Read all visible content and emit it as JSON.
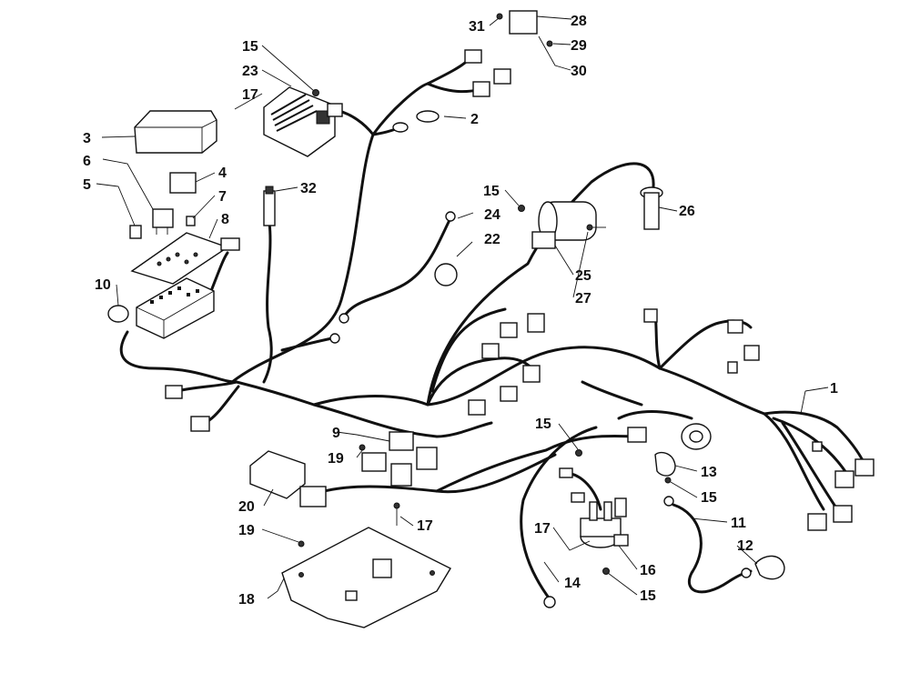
{
  "callouts": [
    {
      "id": "c1",
      "label": "1"
    },
    {
      "id": "c2",
      "label": "2"
    },
    {
      "id": "c3",
      "label": "3"
    },
    {
      "id": "c4",
      "label": "4"
    },
    {
      "id": "c5",
      "label": "5"
    },
    {
      "id": "c6",
      "label": "6"
    },
    {
      "id": "c7",
      "label": "7"
    },
    {
      "id": "c8",
      "label": "8"
    },
    {
      "id": "c9",
      "label": "9"
    },
    {
      "id": "c10",
      "label": "10"
    },
    {
      "id": "c11",
      "label": "11"
    },
    {
      "id": "c12",
      "label": "12"
    },
    {
      "id": "c13",
      "label": "13"
    },
    {
      "id": "c14",
      "label": "14"
    },
    {
      "id": "c15a",
      "label": "15"
    },
    {
      "id": "c15b",
      "label": "15"
    },
    {
      "id": "c15c",
      "label": "15"
    },
    {
      "id": "c15d",
      "label": "15"
    },
    {
      "id": "c15e",
      "label": "15"
    },
    {
      "id": "c16",
      "label": "16"
    },
    {
      "id": "c17a",
      "label": "17"
    },
    {
      "id": "c17b",
      "label": "17"
    },
    {
      "id": "c17c",
      "label": "17"
    },
    {
      "id": "c18",
      "label": "18"
    },
    {
      "id": "c19a",
      "label": "19"
    },
    {
      "id": "c19b",
      "label": "19"
    },
    {
      "id": "c20",
      "label": "20"
    },
    {
      "id": "c22",
      "label": "22"
    },
    {
      "id": "c23",
      "label": "23"
    },
    {
      "id": "c24",
      "label": "24"
    },
    {
      "id": "c25",
      "label": "25"
    },
    {
      "id": "c26",
      "label": "26"
    },
    {
      "id": "c27",
      "label": "27"
    },
    {
      "id": "c28",
      "label": "28"
    },
    {
      "id": "c29",
      "label": "29"
    },
    {
      "id": "c30",
      "label": "30"
    },
    {
      "id": "c31",
      "label": "31"
    },
    {
      "id": "c32",
      "label": "32"
    }
  ]
}
